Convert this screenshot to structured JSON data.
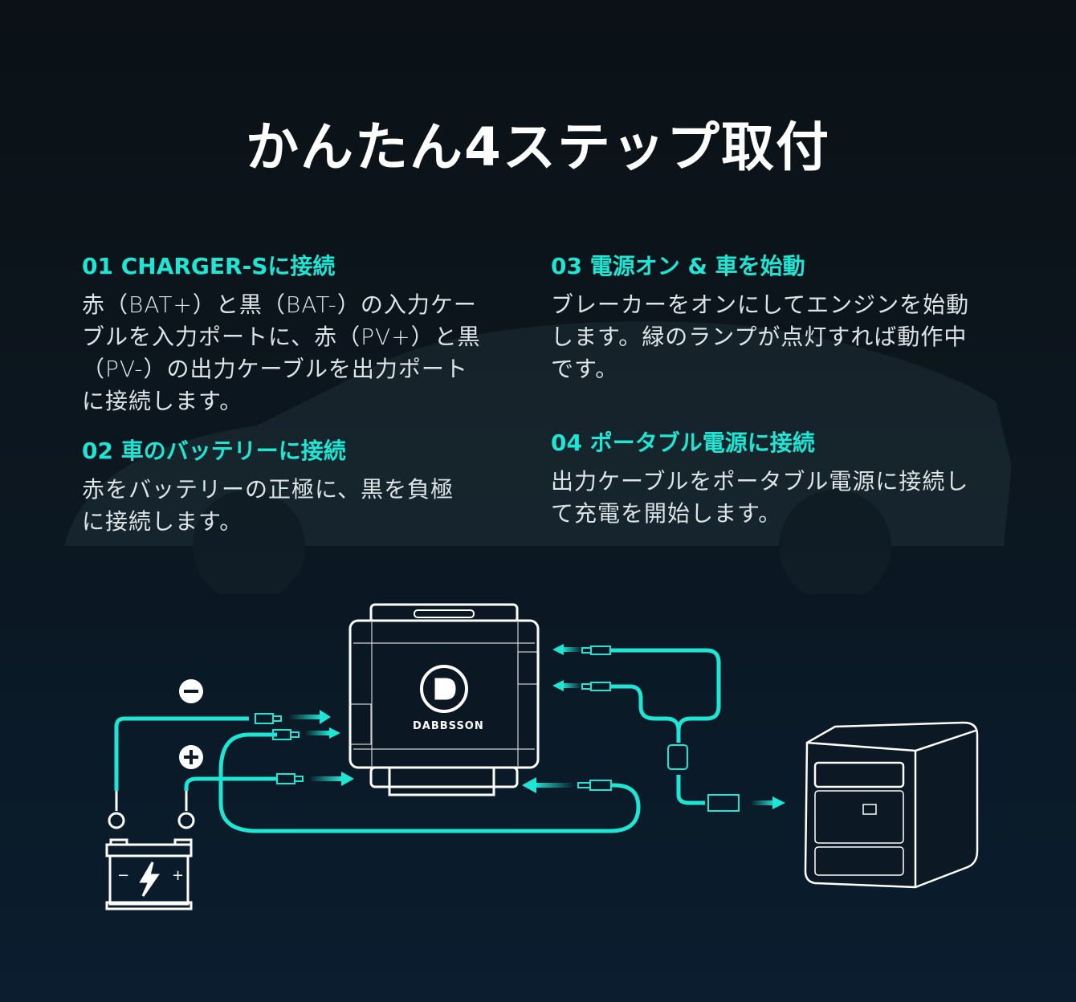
{
  "title": "かんたん4ステップ取付",
  "steps": [
    {
      "heading": "01 CHARGER-Sに接続",
      "lines": [
        "赤（BAT+）と黒（BAT-）の入力ケー",
        "ブルを入力ポートに、赤（PV+）と黒",
        "（PV-）の出力ケーブルを出力ポート",
        "に接続します。"
      ]
    },
    {
      "heading": "02 車のバッテリーに接続",
      "lines": [
        "赤をバッテリーの正極に、黒を負極",
        "に接続します。"
      ]
    },
    {
      "heading": "03 電源オン & 車を始動",
      "lines": [
        "ブレーカーをオンにしてエンジンを始動",
        "します。緑のランプが点灯すれば動作中",
        "です。"
      ]
    },
    {
      "heading": "04 ポータブル電源に接続",
      "lines": [
        "出力ケーブルをポータブル電源に接続し",
        "て充電を開始します。"
      ]
    }
  ],
  "diagram": {
    "brand": "DABBSSON",
    "minus_symbol": "−",
    "plus_symbol": "+",
    "battery_minus": "−",
    "battery_plus": "+"
  },
  "colors": {
    "accent": "#1fe6d4",
    "line": "#ffffff"
  }
}
